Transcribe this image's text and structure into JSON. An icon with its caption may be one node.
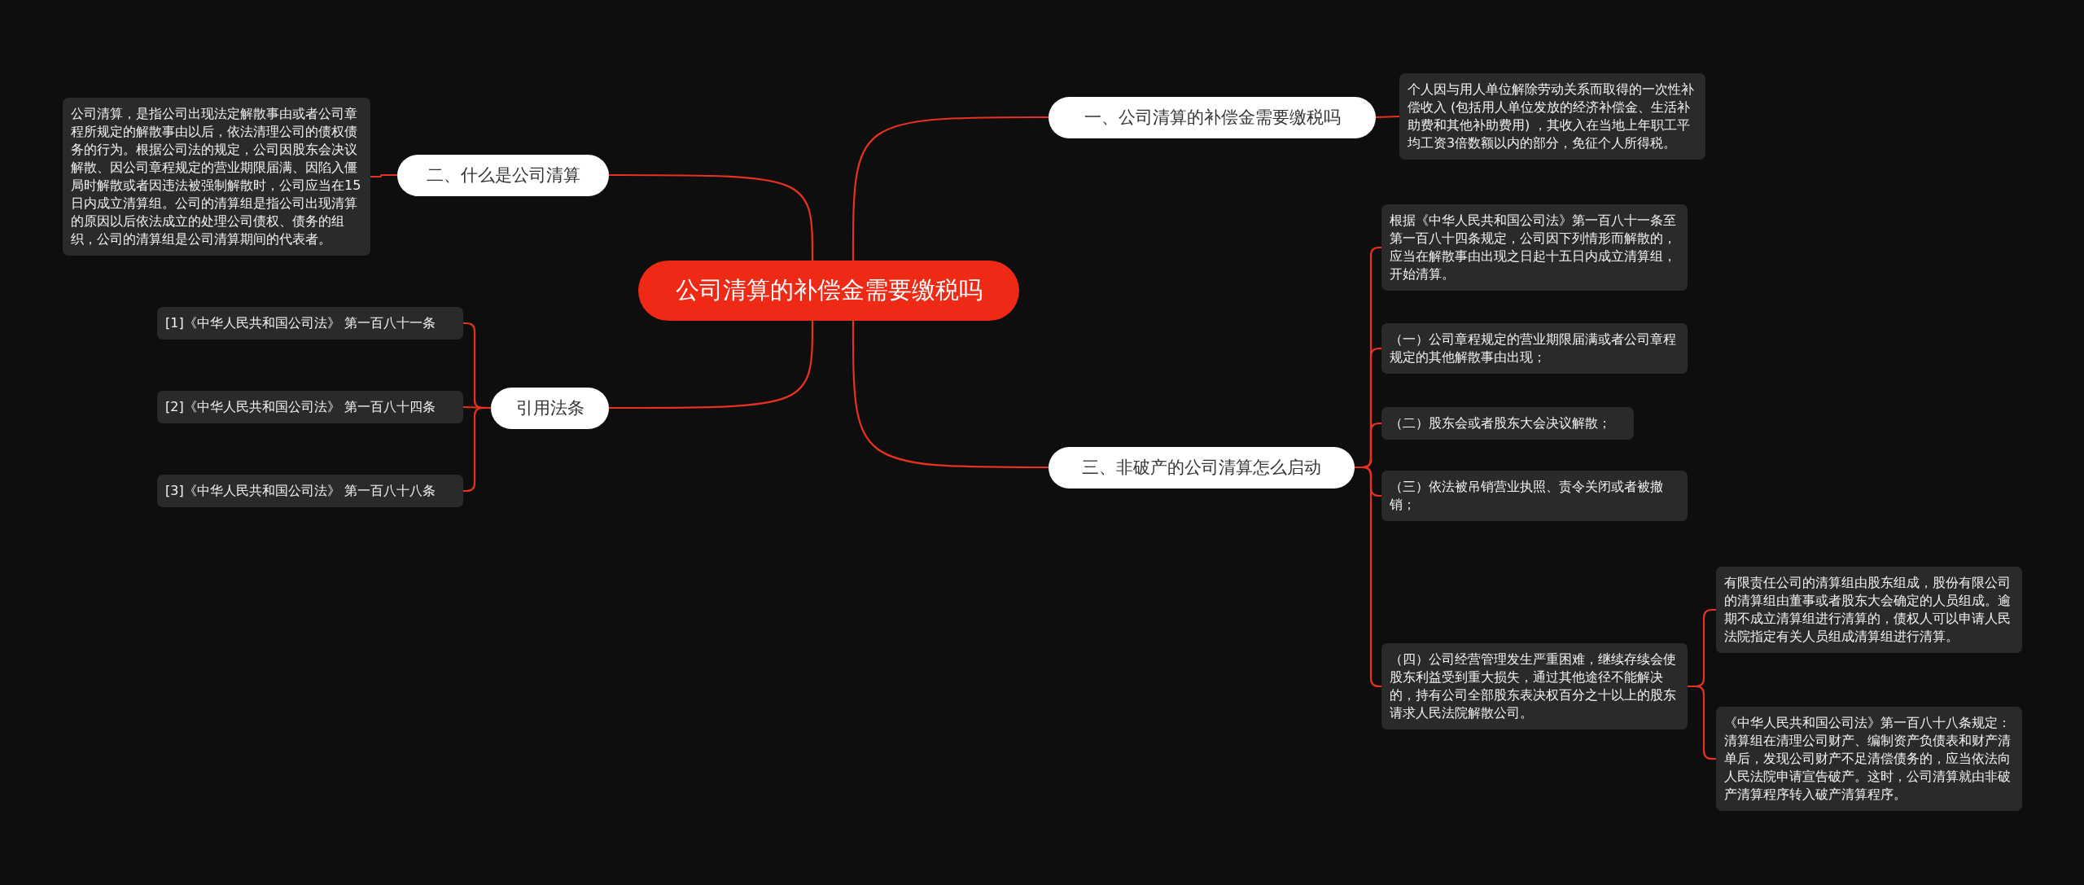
{
  "diagram": {
    "nodes": [
      {
        "text": [
          "公司清算的补偿金需要缴税吗"
        ]
      },
      {
        "text": [
          "一、公司清算的补偿金需要缴税吗"
        ]
      },
      {
        "text": [
          "个人因与用人单位解除劳动关系而取得的一次性补偿收入 (包括用人单位发放的经济补偿金、生活补助费和其他补助费用) ，其收入在当地上年职工平均工资3倍数额以内的部分，免征个人所得税。"
        ]
      },
      {
        "text": [
          "三、非破产的公司清算怎么启动"
        ]
      },
      {
        "text": [
          "根据《中华人民共和国公司法》第一百八十一条至第一百八十四条规定，公司因下列情形而解散的，应当在解散事由出现之日起十五日内成立清算组，开始清算。"
        ]
      },
      {
        "text": [
          "（一）公司章程规定的营业期限届满或者公司章程规定的其他解散事由出现；"
        ]
      },
      {
        "text": [
          "（二）股东会或者股东大会决议解散；"
        ]
      },
      {
        "text": [
          "（三）依法被吊销营业执照、责令关闭或者被撤销；"
        ]
      },
      {
        "text": [
          "（四）公司经营管理发生严重困难，继续存续会使股东利益受到重大损失，通过其他途径不能解决的，持有公司全部股东表决权百分之十以上的股东请求人民法院解散公司。"
        ]
      },
      {
        "text": [
          "有限责任公司的清算组由股东组成，股份有限公司的清算组由董事或者股东大会确定的人员组成。逾期不成立清算组进行清算的，债权人可以申请人民法院指定有关人员组成清算组进行清算。"
        ]
      },
      {
        "text": [
          "《中华人民共和国公司法》第一百八十八条规定：清算组在清理公司财产、编制资产负债表和财产清单后，发现公司财产不足清偿债务的，应当依法向人民法院申请宣告破产。这时，公司清算就由非破产清算程序转入破产清算程序。"
        ]
      },
      {
        "text": [
          "二、什么是公司清算"
        ]
      },
      {
        "text": [
          "公司清算，是指公司出现法定解散事由或者公司章程所规定的解散事由以后，依法清理公司的债权债务的行为。根据公司法的规定，公司因股东会决议解散、因公司章程规定的营业期限届满、因陷入僵局时解散或者因违法被强制解散时，公司应当在15日内成立清算组。公司的清算组是指公司出现清算的原因以后依法成立的处理公司债权、债务的组织，公司的清算组是公司清算期间的代表者。"
        ]
      },
      {
        "text": [
          "引用法条"
        ]
      },
      {
        "text": [
          "[1]《中华人民共和国公司法》 第一百八十一条"
        ]
      },
      {
        "text": [
          "[2]《中华人民共和国公司法》 第一百八十四条"
        ]
      },
      {
        "text": [
          "[3]《中华人民共和国公司法》 第一百八十八条"
        ]
      }
    ],
    "edges": [
      {
        "from": 0,
        "to": 1,
        "arrow": "none"
      },
      {
        "from": 1,
        "to": 2,
        "arrow": "none"
      },
      {
        "from": 0,
        "to": 3,
        "arrow": "none"
      },
      {
        "from": 3,
        "to": 4,
        "arrow": "none"
      },
      {
        "from": 3,
        "to": 5,
        "arrow": "none"
      },
      {
        "from": 3,
        "to": 6,
        "arrow": "none"
      },
      {
        "from": 3,
        "to": 7,
        "arrow": "none"
      },
      {
        "from": 3,
        "to": 8,
        "arrow": "none"
      },
      {
        "from": 8,
        "to": 9,
        "arrow": "none"
      },
      {
        "from": 8,
        "to": 10,
        "arrow": "none"
      },
      {
        "from": 0,
        "to": 11,
        "arrow": "none"
      },
      {
        "from": 11,
        "to": 12,
        "arrow": "none"
      },
      {
        "from": 0,
        "to": 13,
        "arrow": "none"
      },
      {
        "from": 13,
        "to": 14,
        "arrow": "none"
      },
      {
        "from": 13,
        "to": 15,
        "arrow": "none"
      },
      {
        "from": 13,
        "to": 16,
        "arrow": "none"
      }
    ]
  }
}
